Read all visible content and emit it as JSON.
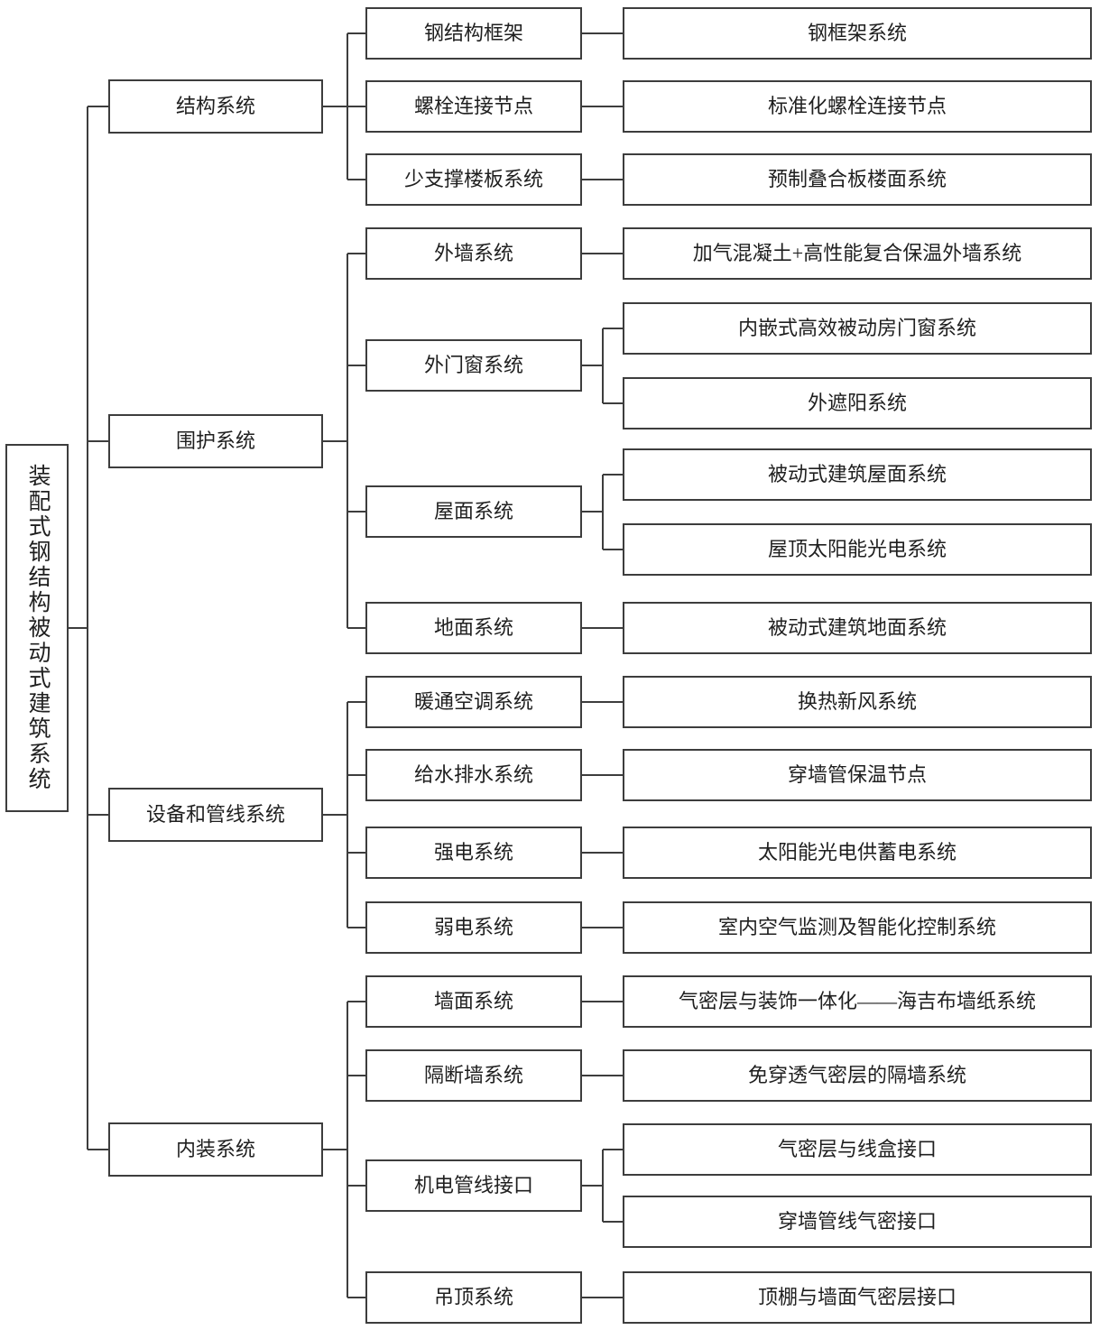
{
  "colors": {
    "line": "#3d3d3d",
    "background": "#ffffff",
    "text": "#1f1f1f"
  },
  "tree": {
    "root": "装配式钢结构被动式建筑系统",
    "branches": [
      {
        "label": "结构系统",
        "children": [
          {
            "label": "钢结构框架",
            "leaves": [
              "钢框架系统"
            ]
          },
          {
            "label": "螺栓连接节点",
            "leaves": [
              "标准化螺栓连接节点"
            ]
          },
          {
            "label": "少支撑楼板系统",
            "leaves": [
              "预制叠合板楼面系统"
            ]
          }
        ]
      },
      {
        "label": "围护系统",
        "children": [
          {
            "label": "外墙系统",
            "leaves": [
              "加气混凝土+高性能复合保温外墙系统"
            ]
          },
          {
            "label": "外门窗系统",
            "leaves": [
              "内嵌式高效被动房门窗系统",
              "外遮阳系统"
            ]
          },
          {
            "label": "屋面系统",
            "leaves": [
              "被动式建筑屋面系统",
              "屋顶太阳能光电系统"
            ]
          },
          {
            "label": "地面系统",
            "leaves": [
              "被动式建筑地面系统"
            ]
          }
        ]
      },
      {
        "label": "设备和管线系统",
        "children": [
          {
            "label": "暖通空调系统",
            "leaves": [
              "换热新风系统"
            ]
          },
          {
            "label": "给水排水系统",
            "leaves": [
              "穿墙管保温节点"
            ]
          },
          {
            "label": "强电系统",
            "leaves": [
              "太阳能光电供蓄电系统"
            ]
          },
          {
            "label": "弱电系统",
            "leaves": [
              "室内空气监测及智能化控制系统"
            ]
          }
        ]
      },
      {
        "label": "内装系统",
        "children": [
          {
            "label": "墙面系统",
            "leaves": [
              "气密层与装饰一体化——海吉布墙纸系统"
            ]
          },
          {
            "label": "隔断墙系统",
            "leaves": [
              "免穿透气密层的隔墙系统"
            ]
          },
          {
            "label": "机电管线接口",
            "leaves": [
              "气密层与线盒接口",
              "穿墙管线气密接口"
            ]
          },
          {
            "label": "吊顶系统",
            "leaves": [
              "顶棚与墙面气密层接口"
            ]
          }
        ]
      }
    ]
  }
}
